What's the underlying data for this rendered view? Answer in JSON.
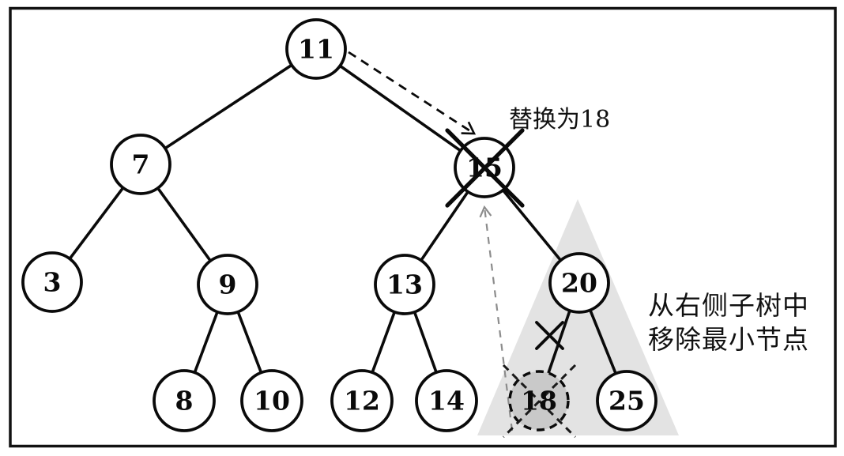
{
  "tree": {
    "type": "binary-search-tree",
    "nodes": [
      {
        "label": "11",
        "state": "normal"
      },
      {
        "label": "7",
        "state": "normal"
      },
      {
        "label": "15",
        "state": "deleted-crossed-out"
      },
      {
        "label": "3",
        "state": "normal"
      },
      {
        "label": "9",
        "state": "normal"
      },
      {
        "label": "13",
        "state": "normal"
      },
      {
        "label": "20",
        "state": "normal"
      },
      {
        "label": "8",
        "state": "normal"
      },
      {
        "label": "10",
        "state": "normal"
      },
      {
        "label": "12",
        "state": "normal"
      },
      {
        "label": "14",
        "state": "normal"
      },
      {
        "label": "18",
        "state": "being-removed-dashed"
      },
      {
        "label": "25",
        "state": "normal"
      }
    ],
    "edges": [
      "11-7",
      "11-15",
      "7-3",
      "7-9",
      "9-8",
      "9-10",
      "15-13",
      "15-20",
      "13-12",
      "13-14",
      "20-18",
      "20-25"
    ],
    "detached_edge": "20-18"
  },
  "annotations": {
    "replace_with": "替换为18",
    "remove_min_line1": "从右侧子树中",
    "remove_min_line2": "移除最小节点"
  },
  "colors": {
    "ink": "#0a0a0a",
    "deleted_node_fill": "#b6b6b6",
    "moved_node_fill": "#c9c9c9",
    "subtree_highlight": "#e3e3e3",
    "gray_arrow": "#8c8c8c"
  }
}
